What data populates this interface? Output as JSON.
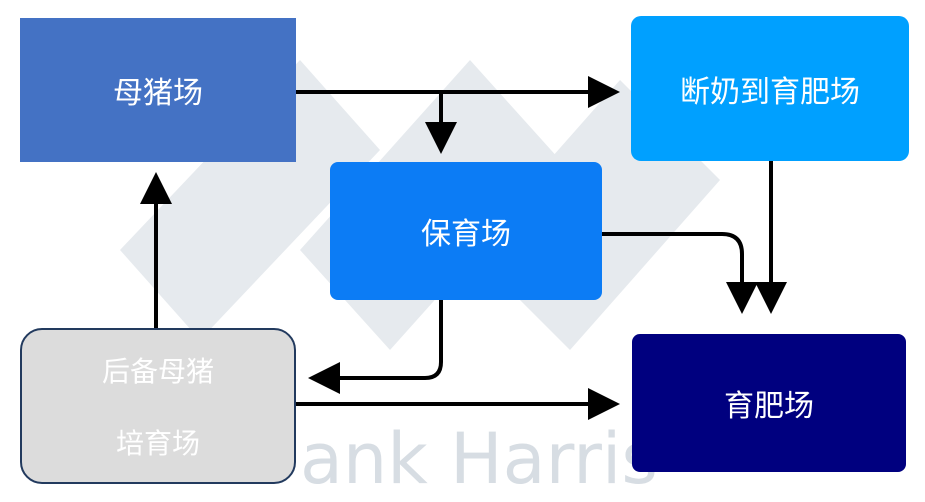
{
  "nodes": {
    "sow_farm": "母猪场",
    "wean_to_finish": "断奶到育肥场",
    "nursery": "保育场",
    "gilt_line1": "后备母猪",
    "gilt_line2": "培育场",
    "finishing": "育肥场"
  },
  "watermark": {
    "text": "ank Harris"
  },
  "colors": {
    "sow_farm": "#4472c4",
    "wean_to_finish": "#00a0ff",
    "nursery": "#0c7cf5",
    "gilt": "#dcdcdc",
    "finishing": "#00007f",
    "arrow": "#000000"
  }
}
